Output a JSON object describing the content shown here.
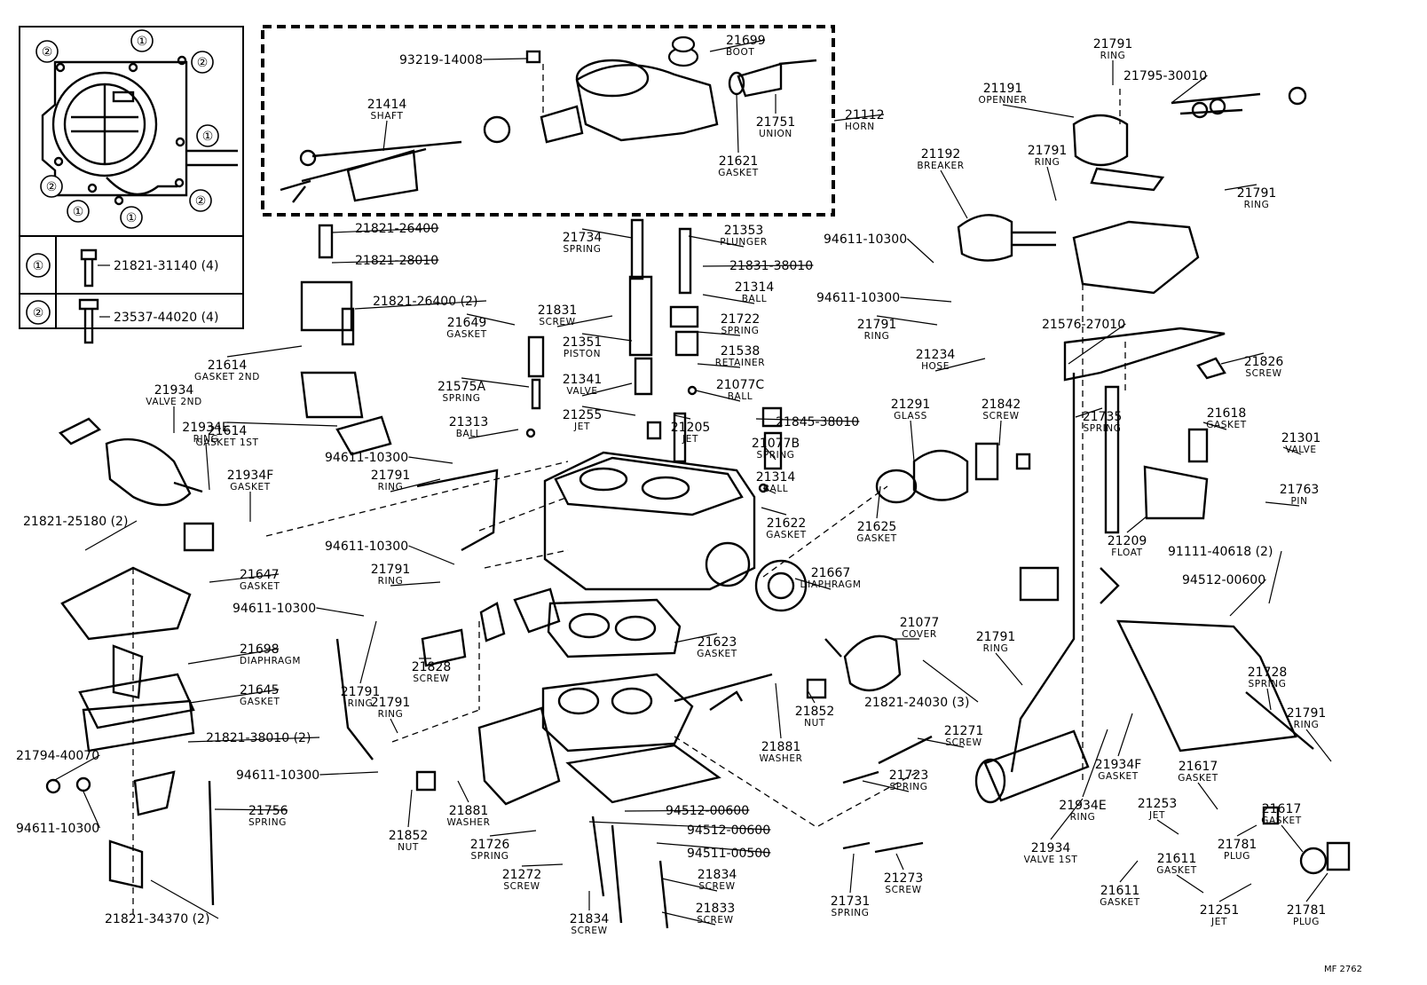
{
  "callouts": [
    {
      "num": "21699",
      "name": "BOOT"
    },
    {
      "num": "93219-14008",
      "name": ""
    },
    {
      "num": "21414",
      "name": "SHAFT"
    },
    {
      "num": "21751",
      "name": "UNION"
    },
    {
      "num": "21112",
      "name": "HORN"
    },
    {
      "num": "21621",
      "name": "GASKET"
    },
    {
      "num": "21821-26400",
      "name": ""
    },
    {
      "num": "21821-28010",
      "name": ""
    },
    {
      "num": "21821-26400 (2)",
      "name": ""
    },
    {
      "num": "21614",
      "name": "GASKET 2ND"
    },
    {
      "num": "21614",
      "name": "GASKET 1ST"
    },
    {
      "num": "21934",
      "name": "VALVE 2ND"
    },
    {
      "num": "21934E",
      "name": "RING"
    },
    {
      "num": "21934F",
      "name": "GASKET"
    },
    {
      "num": "21821-25180 (2)",
      "name": ""
    },
    {
      "num": "21647",
      "name": "GASKET"
    },
    {
      "num": "21698",
      "name": "DIAPHRAGM"
    },
    {
      "num": "21645",
      "name": "GASKET"
    },
    {
      "num": "21821-38010 (2)",
      "name": ""
    },
    {
      "num": "21794-40070",
      "name": ""
    },
    {
      "num": "94611-10300",
      "name": ""
    },
    {
      "num": "21756",
      "name": "SPRING"
    },
    {
      "num": "21821-34370 (2)",
      "name": ""
    },
    {
      "num": "21734",
      "name": "SPRING"
    },
    {
      "num": "21831",
      "name": "SCREW"
    },
    {
      "num": "21649",
      "name": "GASKET"
    },
    {
      "num": "21351",
      "name": "PISTON"
    },
    {
      "num": "21575A",
      "name": "SPRING"
    },
    {
      "num": "21341",
      "name": "VALVE"
    },
    {
      "num": "21255",
      "name": "JET"
    },
    {
      "num": "21313",
      "name": "BALL"
    },
    {
      "num": "21353",
      "name": "PLUNGER"
    },
    {
      "num": "21831-38010",
      "name": ""
    },
    {
      "num": "21314",
      "name": "BALL"
    },
    {
      "num": "21722",
      "name": "SPRING"
    },
    {
      "num": "21538",
      "name": "RETAINER"
    },
    {
      "num": "21077C",
      "name": "BALL"
    },
    {
      "num": "21205",
      "name": "JET"
    },
    {
      "num": "21845-38010",
      "name": ""
    },
    {
      "num": "21077B",
      "name": "SPRING"
    },
    {
      "num": "21314",
      "name": "BALL"
    },
    {
      "num": "21622",
      "name": "GASKET"
    },
    {
      "num": "94611-10300",
      "name": ""
    },
    {
      "num": "21791",
      "name": "RING"
    },
    {
      "num": "94611-10300",
      "name": ""
    },
    {
      "num": "21791",
      "name": "RING"
    },
    {
      "num": "94611-10300",
      "name": ""
    },
    {
      "num": "21791",
      "name": "RING"
    },
    {
      "num": "21828",
      "name": "SCREW"
    },
    {
      "num": "21791",
      "name": "RING"
    },
    {
      "num": "94611-10300",
      "name": ""
    },
    {
      "num": "21623",
      "name": "GASKET"
    },
    {
      "num": "21667",
      "name": "DIAPHRAGM"
    },
    {
      "num": "21077",
      "name": "COVER"
    },
    {
      "num": "21821-24030 (3)",
      "name": ""
    },
    {
      "num": "21852",
      "name": "NUT"
    },
    {
      "num": "21881",
      "name": "WASHER"
    },
    {
      "num": "21271",
      "name": "SCREW"
    },
    {
      "num": "21723",
      "name": "SPRING"
    },
    {
      "num": "21852",
      "name": "NUT"
    },
    {
      "num": "21881",
      "name": "WASHER"
    },
    {
      "num": "21726",
      "name": "SPRING"
    },
    {
      "num": "21272",
      "name": "SCREW"
    },
    {
      "num": "94512-00600",
      "name": ""
    },
    {
      "num": "94512-00600",
      "name": ""
    },
    {
      "num": "94511-00500",
      "name": ""
    },
    {
      "num": "21834",
      "name": "SCREW"
    },
    {
      "num": "21834",
      "name": "SCREW"
    },
    {
      "num": "21833",
      "name": "SCREW"
    },
    {
      "num": "21731",
      "name": "SPRING"
    },
    {
      "num": "21273",
      "name": "SCREW"
    },
    {
      "num": "21291",
      "name": "GLASS"
    },
    {
      "num": "21842",
      "name": "SCREW"
    },
    {
      "num": "21625",
      "name": "GASKET"
    },
    {
      "num": "21791",
      "name": "RING"
    },
    {
      "num": "21795-30010",
      "name": ""
    },
    {
      "num": "21191",
      "name": "OPENNER"
    },
    {
      "num": "21192",
      "name": "BREAKER"
    },
    {
      "num": "21791",
      "name": "RING"
    },
    {
      "num": "21791",
      "name": "RING"
    },
    {
      "num": "94611-10300",
      "name": ""
    },
    {
      "num": "94611-10300",
      "name": ""
    },
    {
      "num": "21791",
      "name": "RING"
    },
    {
      "num": "21234",
      "name": "HOSE"
    },
    {
      "num": "21576-27010",
      "name": ""
    },
    {
      "num": "21826",
      "name": "SCREW"
    },
    {
      "num": "21735",
      "name": "SPRING"
    },
    {
      "num": "21618",
      "name": "GASKET"
    },
    {
      "num": "21301",
      "name": "VALVE"
    },
    {
      "num": "21763",
      "name": "PIN"
    },
    {
      "num": "21209",
      "name": "FLOAT"
    },
    {
      "num": "91111-40618 (2)",
      "name": ""
    },
    {
      "num": "94512-00600",
      "name": ""
    },
    {
      "num": "21791",
      "name": "RING"
    },
    {
      "num": "21728",
      "name": "SPRING"
    },
    {
      "num": "21791",
      "name": "RING"
    },
    {
      "num": "21934F",
      "name": "GASKET"
    },
    {
      "num": "21934E",
      "name": "RING"
    },
    {
      "num": "21934",
      "name": "VALVE 1ST"
    },
    {
      "num": "21617",
      "name": "GASKET"
    },
    {
      "num": "21253",
      "name": "JET"
    },
    {
      "num": "21617",
      "name": "GASKET"
    },
    {
      "num": "21781",
      "name": "PLUG"
    },
    {
      "num": "21611",
      "name": "GASKET"
    },
    {
      "num": "21611",
      "name": "GASKET"
    },
    {
      "num": "21251",
      "name": "JET"
    },
    {
      "num": "21781",
      "name": "PLUG"
    }
  ],
  "legend": {
    "key1": "①",
    "key2": "②",
    "row1": {
      "symbol": "①",
      "part": "21821-31140 (4)"
    },
    "row2": {
      "symbol": "②",
      "part": "23537-44020 (4)"
    }
  },
  "drawing_code": "MF 2762"
}
